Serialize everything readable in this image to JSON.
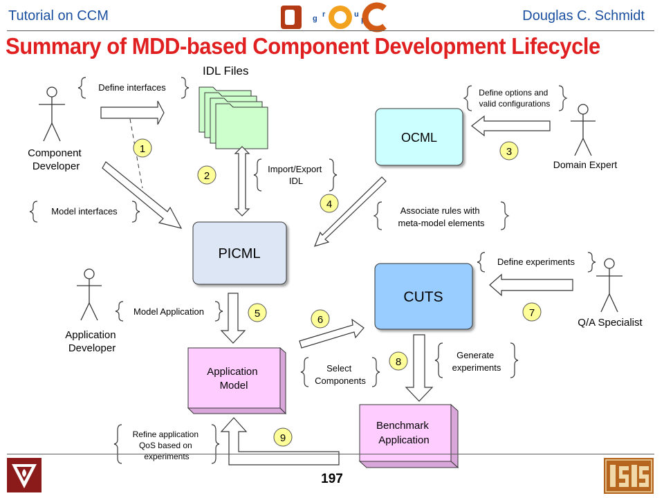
{
  "header": {
    "left": "Tutorial on CCM",
    "right": "Douglas C. Schmidt",
    "logo_text": "DOC group"
  },
  "title": "Summary of MDD-based Component Development Lifecycle",
  "page_number": "197",
  "actors": {
    "component_developer": [
      "Component",
      "Developer"
    ],
    "domain_expert": "Domain Expert",
    "application_developer": [
      "Application",
      "Developer"
    ],
    "qa_specialist": "Q/A Specialist"
  },
  "boxes": {
    "idl_files": "IDL Files",
    "ocml": "OCML",
    "picml": "PICML",
    "cuts": "CUTS",
    "application_model": [
      "Application",
      "Model"
    ],
    "benchmark_application": [
      "Benchmark",
      "Application"
    ]
  },
  "annotations": {
    "define_interfaces": "Define interfaces",
    "model_interfaces": "Model interfaces",
    "import_export": [
      "Import/Export",
      "IDL"
    ],
    "define_options": [
      "Define options and",
      "valid configurations"
    ],
    "associate_rules": [
      "Associate rules with",
      "meta-model elements"
    ],
    "define_experiments": "Define experiments",
    "model_application": "Model Application",
    "select_components": [
      "Select",
      "Components"
    ],
    "generate_experiments": [
      "Generate",
      "experiments"
    ],
    "refine_application": [
      "Refine application",
      "QoS based on",
      "experiments"
    ]
  },
  "steps": [
    "1",
    "2",
    "3",
    "4",
    "5",
    "6",
    "7",
    "8",
    "9"
  ],
  "colors": {
    "header_text": "#1a4fa0",
    "title": "#e02020",
    "idl_green": "#ccffcc",
    "ocml_cyan": "#ccffff",
    "picml_blue": "#dde6f5",
    "cuts_blue": "#99ccff",
    "pink": "#ffccff",
    "step_yellow": "#ffff99",
    "university_logo_red": "#8b1a1a"
  }
}
